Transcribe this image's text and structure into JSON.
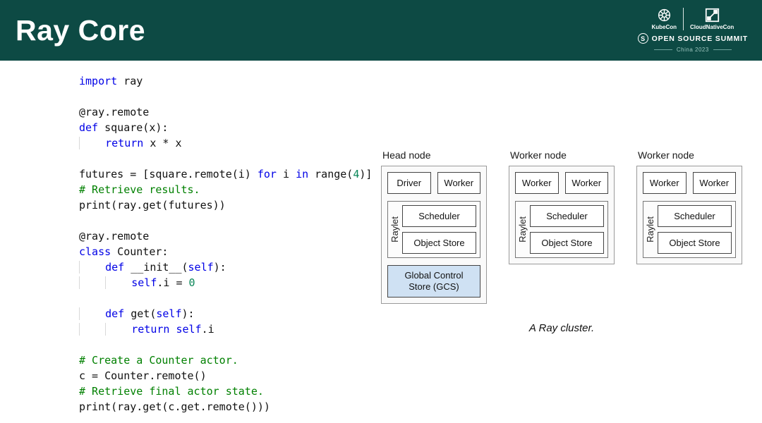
{
  "header": {
    "title": "Ray Core",
    "bg": "#0d4a44",
    "logos": {
      "kubecon": "KubeCon",
      "cloudnativecon": "CloudNativeCon",
      "summit": "OPEN SOURCE SUMMIT",
      "s_icon": "S",
      "location": "China 2023"
    },
    "icons": {
      "kubecon": "ship-wheel",
      "cloudnativecon": "cube-diagonal",
      "summit": "s-circle"
    }
  },
  "code": {
    "colors": {
      "kw": "#0000e6",
      "cm": "#008000",
      "num": "#098658",
      "pl": "#111111",
      "ig": "#d8d8d8"
    },
    "lines": [
      [
        [
          "kw",
          "import"
        ],
        [
          "pl",
          " ray"
        ]
      ],
      [],
      [
        [
          "pl",
          "@ray.remote"
        ]
      ],
      [
        [
          "kw",
          "def"
        ],
        [
          "pl",
          " square(x):"
        ]
      ],
      [
        [
          "ig",
          "    "
        ],
        [
          "kw",
          "return"
        ],
        [
          "pl",
          " x * x"
        ]
      ],
      [],
      [
        [
          "pl",
          "futures = [square.remote(i) "
        ],
        [
          "kw",
          "for"
        ],
        [
          "pl",
          " i "
        ],
        [
          "kw",
          "in"
        ],
        [
          "pl",
          " range("
        ],
        [
          "num",
          "4"
        ],
        [
          "pl",
          ")]"
        ]
      ],
      [
        [
          "cm",
          "# Retrieve results."
        ]
      ],
      [
        [
          "pl",
          "print(ray.get(futures))"
        ]
      ],
      [],
      [
        [
          "pl",
          "@ray.remote"
        ]
      ],
      [
        [
          "kw",
          "class"
        ],
        [
          "pl",
          " Counter:"
        ]
      ],
      [
        [
          "ig",
          "    "
        ],
        [
          "kw",
          "def"
        ],
        [
          "pl",
          " __init__("
        ],
        [
          "kw",
          "self"
        ],
        [
          "pl",
          "):"
        ]
      ],
      [
        [
          "ig",
          "    "
        ],
        [
          "ig",
          "    "
        ],
        [
          "kw",
          "self"
        ],
        [
          "pl",
          ".i = "
        ],
        [
          "num",
          "0"
        ]
      ],
      [],
      [
        [
          "ig",
          "    "
        ],
        [
          "kw",
          "def"
        ],
        [
          "pl",
          " get("
        ],
        [
          "kw",
          "self"
        ],
        [
          "pl",
          "):"
        ]
      ],
      [
        [
          "ig",
          "    "
        ],
        [
          "ig",
          "    "
        ],
        [
          "kw",
          "return"
        ],
        [
          "pl",
          " "
        ],
        [
          "kw",
          "self"
        ],
        [
          "pl",
          ".i"
        ]
      ],
      [],
      [
        [
          "cm",
          "# Create a Counter actor."
        ]
      ],
      [
        [
          "pl",
          "c = Counter.remote()"
        ]
      ],
      [
        [
          "cm",
          "# Retrieve final actor state."
        ]
      ],
      [
        [
          "pl",
          "print(ray.get(c.get.remote()))"
        ]
      ]
    ]
  },
  "diagram": {
    "caption": "A Ray cluster.",
    "gcs_bg": "#cfe1f3",
    "nodes": [
      {
        "title": "Head node",
        "top_boxes": [
          "Driver",
          "Worker"
        ],
        "raylet_label": "Raylet",
        "raylet_boxes": [
          "Scheduler",
          "Object Store"
        ],
        "gcs_lines": [
          "Global Control",
          "Store (GCS)"
        ]
      },
      {
        "title": "Worker node",
        "top_boxes": [
          "Worker",
          "Worker"
        ],
        "raylet_label": "Raylet",
        "raylet_boxes": [
          "Scheduler",
          "Object Store"
        ]
      },
      {
        "title": "Worker node",
        "top_boxes": [
          "Worker",
          "Worker"
        ],
        "raylet_label": "Raylet",
        "raylet_boxes": [
          "Scheduler",
          "Object Store"
        ]
      }
    ]
  }
}
